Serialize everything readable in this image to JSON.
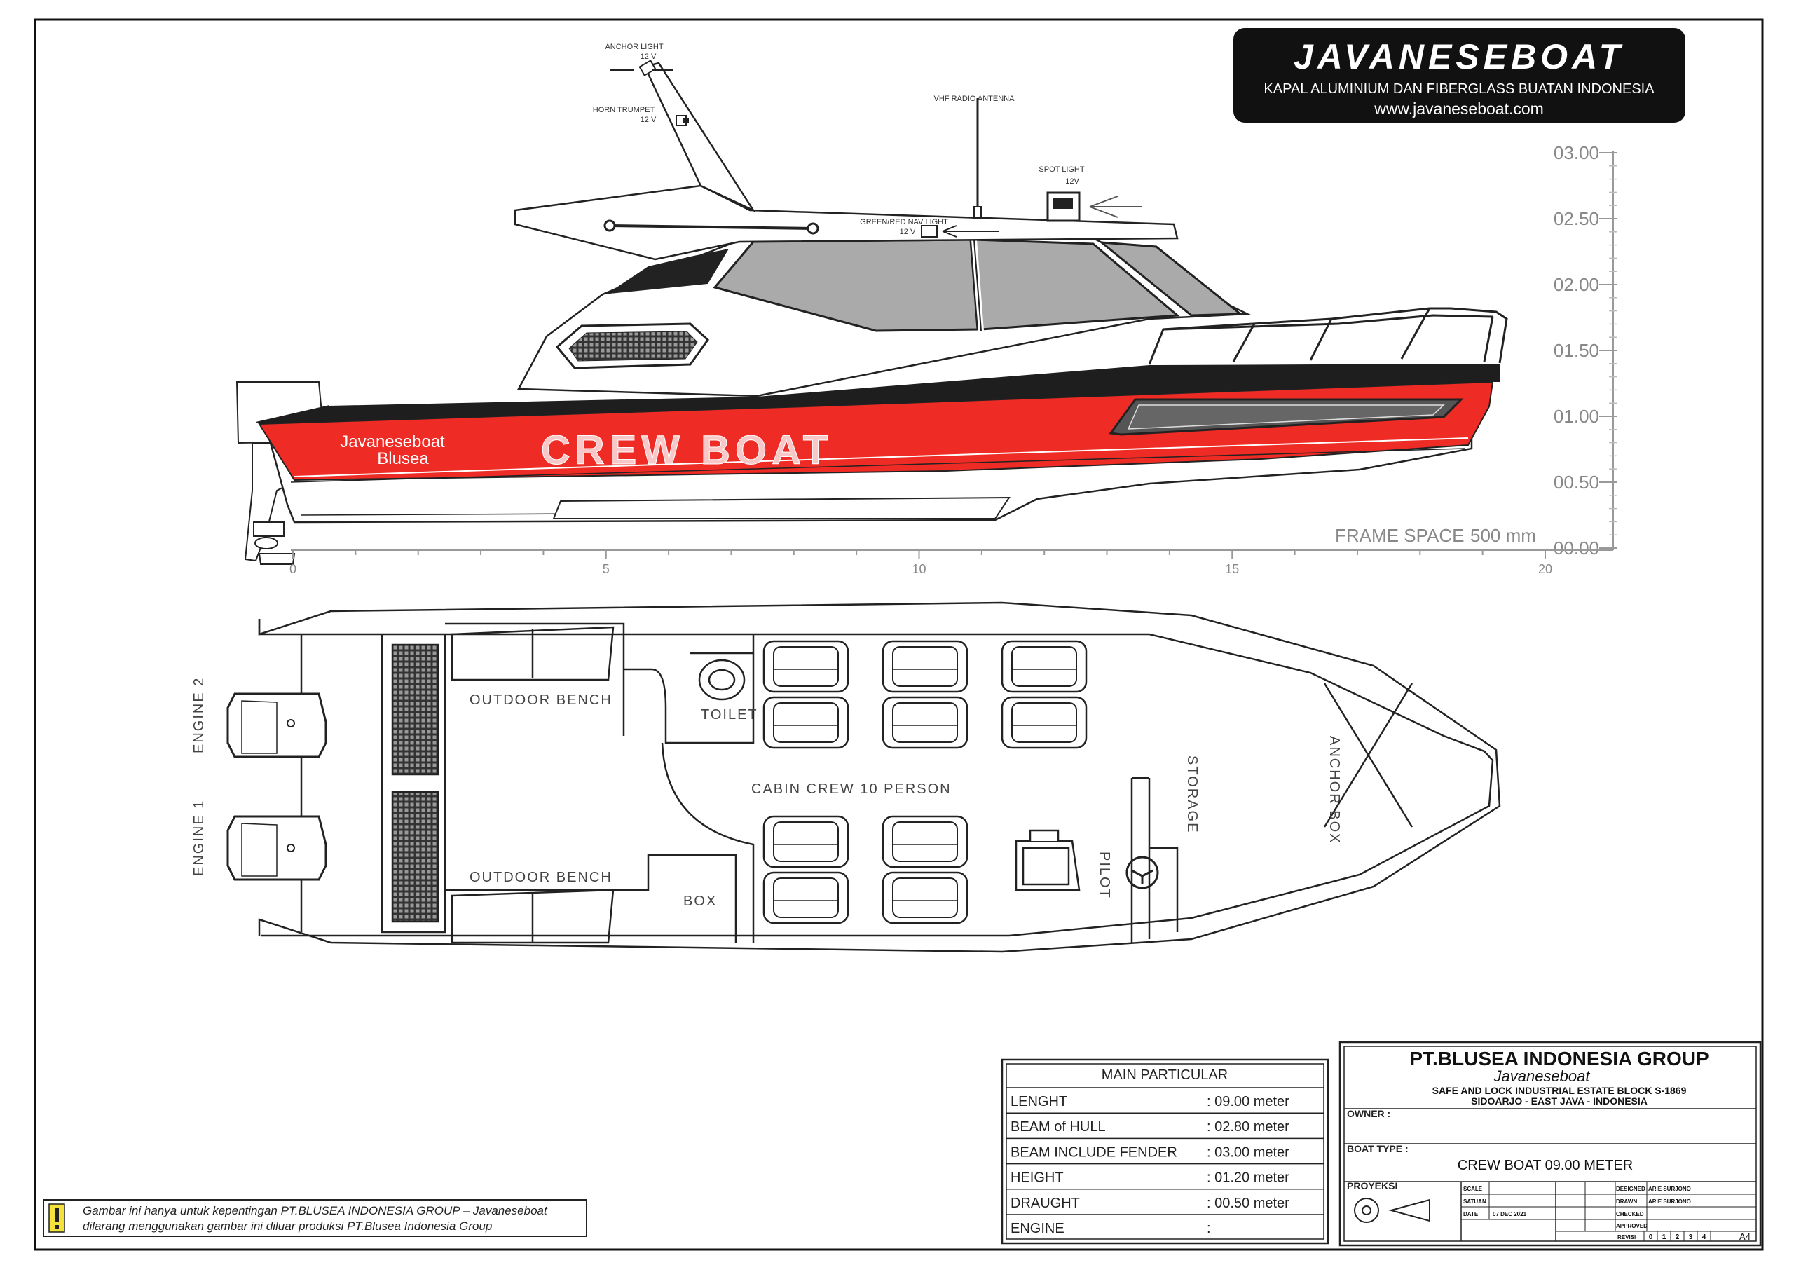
{
  "brand": {
    "name": "JAVANESEBOAT",
    "tagline": "KAPAL ALUMINIUM DAN FIBERGLASS BUATAN INDONESIA",
    "website": "www.javaneseboat.com"
  },
  "profile": {
    "callouts": {
      "anchor_light": "ANCHOR LIGHT",
      "anchor_light_v": "12 V",
      "horn_trumpet": "HORN TRUMPET",
      "horn_trumpet_v": "12 V",
      "vhf": "VHF RADIO ANTENNA",
      "spot_light": "SPOT LIGHT",
      "spot_light_v": "12V",
      "nav_light": "GREEN/RED NAV LIGHT",
      "nav_light_v": "12 V"
    },
    "hull_brand_1": "Javaneseboat",
    "hull_brand_2": "Blusea",
    "hull_title": "CREW BOAT",
    "frame_space_label": "FRAME SPACE",
    "frame_space_value": "500  mm",
    "height_scale": [
      "03.00",
      "02.50",
      "02.00",
      "01.50",
      "01.00",
      "00.50",
      "00.00"
    ],
    "frame_scale": [
      "0",
      "5",
      "10",
      "15",
      "20"
    ],
    "hull_color": "#ee2b24"
  },
  "plan": {
    "engine_2": "ENGINE 2",
    "engine_1": "ENGINE 1",
    "outdoor_bench_top": "OUTDOOR BENCH",
    "outdoor_bench_bottom": "OUTDOOR BENCH",
    "toilet": "TOILET",
    "cabin": "CABIN CREW 10 PERSON",
    "box": "BOX",
    "pilot": "PILOT",
    "storage": "STORAGE",
    "anchor_box": "ANCHOR BOX"
  },
  "particulars": {
    "title": "MAIN PARTICULAR",
    "rows": [
      {
        "label": "LENGHT",
        "value": ": 09.00  meter"
      },
      {
        "label": "BEAM  of  HULL",
        "value": ": 02.80  meter"
      },
      {
        "label": "BEAM  INCLUDE  FENDER",
        "value": ": 03.00  meter"
      },
      {
        "label": "HEIGHT",
        "value": ": 01.20  meter"
      },
      {
        "label": "DRAUGHT",
        "value": ": 00.50  meter"
      },
      {
        "label": "ENGINE",
        "value": ":"
      }
    ]
  },
  "titleblock": {
    "company": "PT.BLUSEA INDONESIA GROUP",
    "sub": "Javaneseboat",
    "address1": "SAFE AND LOCK INDUSTRIAL ESTATE BLOCK S-1869",
    "address2": "SIDOARJO  -  EAST JAVA  -  INDONESIA",
    "owner_label": "OWNER :",
    "boat_type_label": "BOAT TYPE :",
    "boat_type": "CREW BOAT 09.00 METER",
    "projection": "PROYEKSI",
    "scale": "SCALE",
    "unit": "SATUAN",
    "date": "DATE",
    "date_value": "07 DEC 2021",
    "designed": "DESIGNED",
    "designed_by": "ARIE SURJONO",
    "drawn": "DRAWN",
    "drawn_by": "ARIE SURJONO",
    "checked": "CHECKED",
    "approved": "APPROVED",
    "revisi": "REVISI",
    "revisions": [
      "0",
      "1",
      "2",
      "3",
      "4"
    ],
    "paper": "A4"
  },
  "notice": {
    "line1": "Gambar ini hanya untuk kepentingan PT.BLUSEA INDONESIA GROUP – Javaneseboat",
    "line2": "dilarang menggunakan gambar ini diluar produksi PT.Blusea Indonesia Group"
  }
}
